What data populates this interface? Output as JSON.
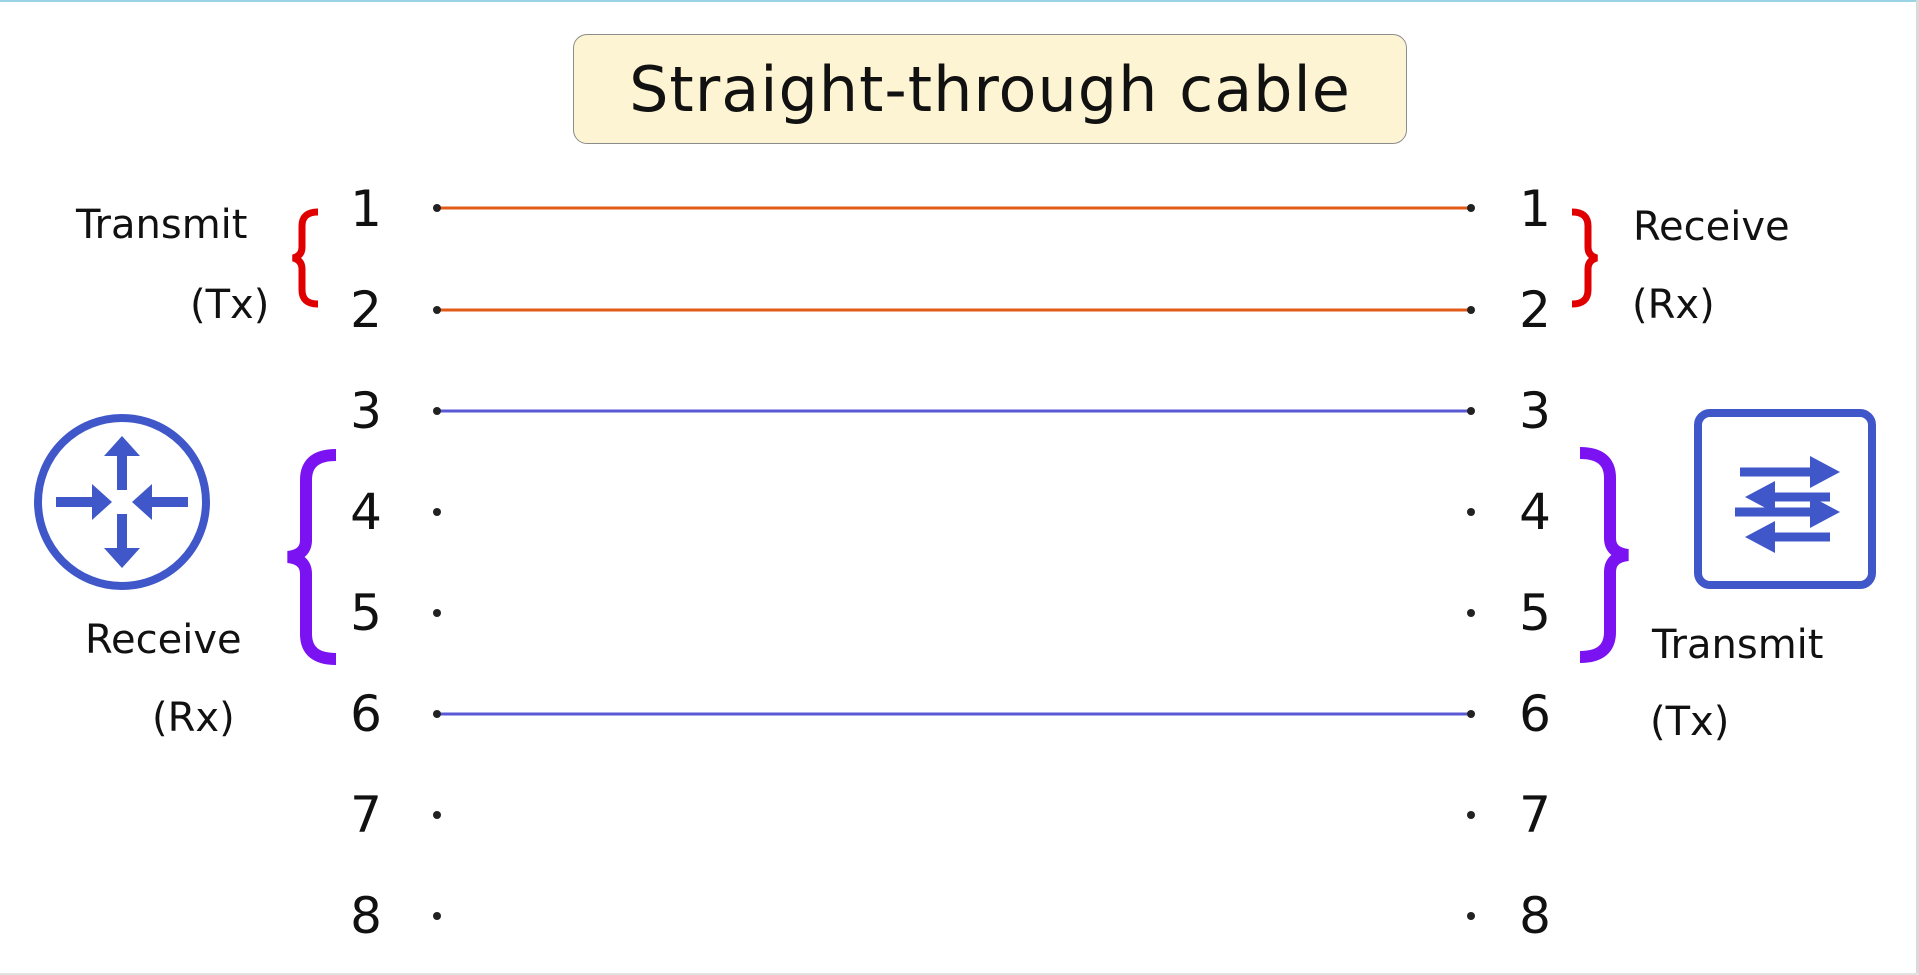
{
  "title": "Straight-through cable",
  "left": {
    "top_group": {
      "label": "Transmit",
      "sub": "(Tx)"
    },
    "bottom_group": {
      "label": "Receive",
      "sub": "(Rx)"
    },
    "device_icon": "router-icon"
  },
  "right": {
    "top_group": {
      "label": "Receive",
      "sub": "(Rx)"
    },
    "bottom_group": {
      "label": "Transmit",
      "sub": "(Tx)"
    },
    "device_icon": "switch-icon"
  },
  "pins": [
    "1",
    "2",
    "3",
    "4",
    "5",
    "6",
    "7",
    "8"
  ],
  "wired_pins": {
    "1": "orange",
    "2": "orange",
    "3": "blue",
    "6": "blue"
  },
  "colors": {
    "orange_wire": "#e35a17",
    "blue_wire": "#5b58d6",
    "tx_rx_brace_red": "#e00000",
    "brace_purple": "#7a12f2",
    "icon_blue": "#3f57c9",
    "title_bg": "#fdf4d3"
  }
}
